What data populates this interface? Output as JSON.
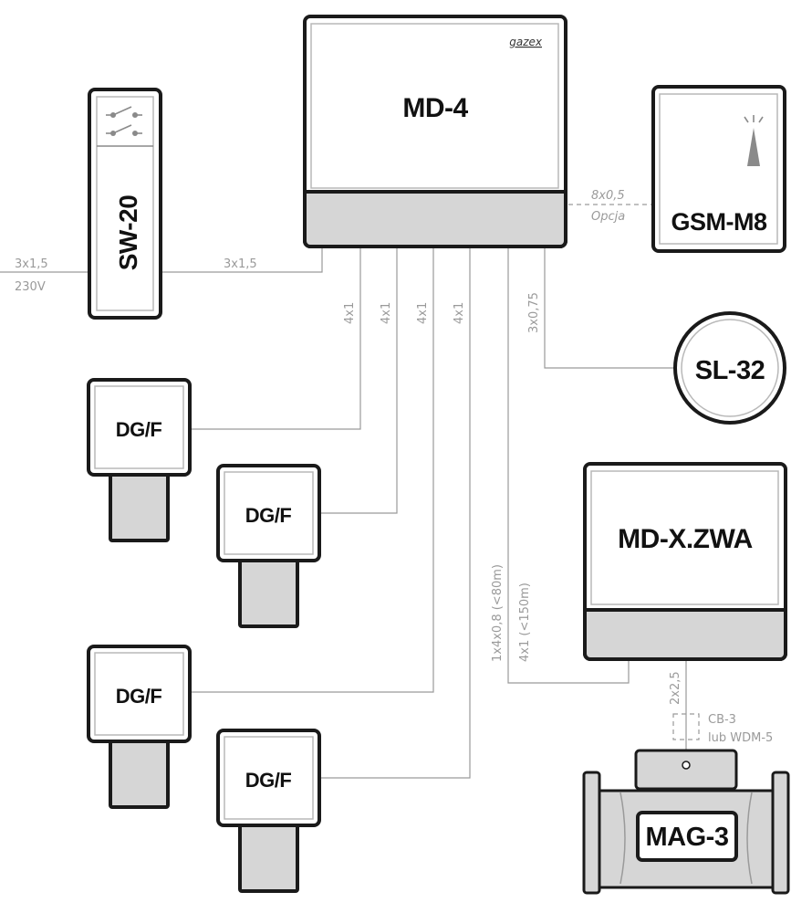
{
  "devices": {
    "md4": {
      "label": "MD-4",
      "brand": "gazex"
    },
    "sw20": {
      "label": "SW-20"
    },
    "gsm": {
      "label": "GSM-M8"
    },
    "sl32": {
      "label": "SL-32"
    },
    "mdx": {
      "label": "MD-X.ZWA"
    },
    "mag3": {
      "label": "MAG-3"
    },
    "detectors": [
      {
        "label": "DG/F"
      },
      {
        "label": "DG/F"
      },
      {
        "label": "DG/F"
      },
      {
        "label": "DG/F"
      }
    ]
  },
  "cables": {
    "mains_left": "3x1,5",
    "mains_voltage": "230V",
    "sw_to_md": "3x1,5",
    "gsm_cable": "8x0,5",
    "gsm_option": "Opcja",
    "det1": "4x1",
    "det2": "4x1",
    "det3": "4x1",
    "det4": "4x1",
    "sl32": "3x0,75",
    "mdx_a": "1x4x0,8 (<80m)",
    "mdx_b": "4x1 (<150m)",
    "mag3": "2x2,5",
    "cb3": "CB-3",
    "wdm5": "lub WDM-5"
  }
}
